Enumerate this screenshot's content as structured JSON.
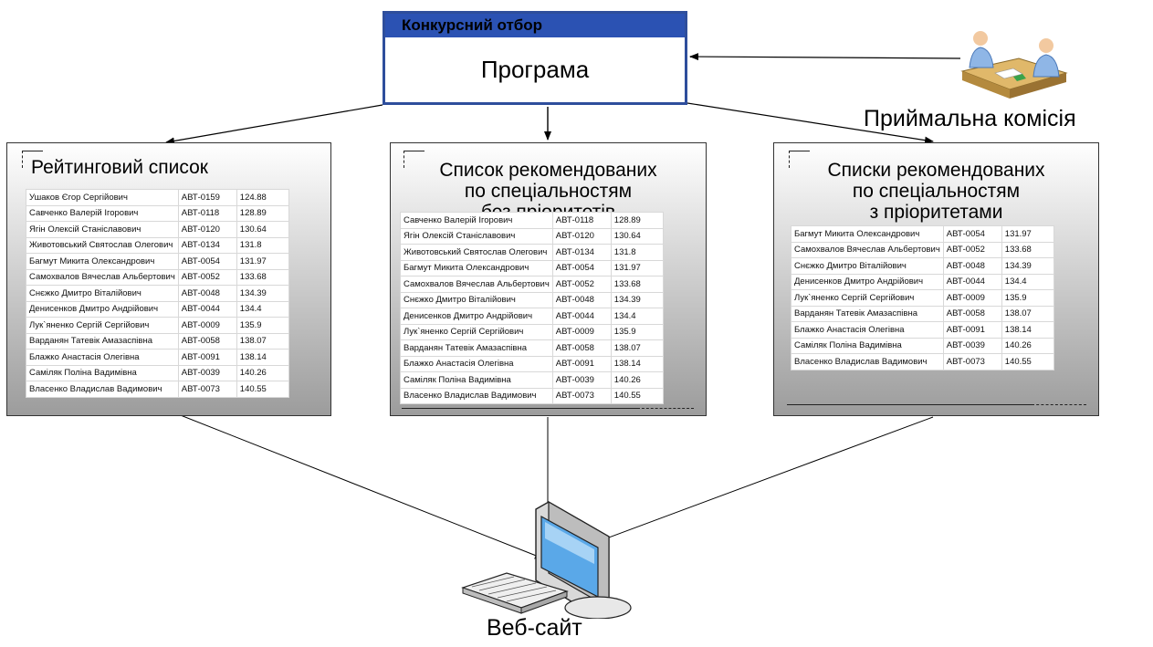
{
  "program": {
    "header": "Конкурсний отбор",
    "title": "Програма"
  },
  "commission": {
    "label": "Приймальна комісія",
    "icon": "meeting-people-icon"
  },
  "website": {
    "label": "Веб-сайт",
    "icon": "computer-monitor-keyboard-icon"
  },
  "colors": {
    "program_border": "#2e4e9c",
    "program_header": "#2b52b3",
    "panel_gradient_end": "#9c9c9c"
  },
  "panels": [
    {
      "title_lines": [
        "Рейтинговий список"
      ],
      "rows": [
        [
          "Ушаков Єгор Сергійович",
          "АВТ-0159",
          "124.88"
        ],
        [
          "Савченко Валерій Ігорович",
          "АВТ-0118",
          "128.89"
        ],
        [
          "Ягін Олексій Станіславович",
          "АВТ-0120",
          "130.64"
        ],
        [
          "Животовський Святослав Олегович",
          "АВТ-0134",
          "131.8"
        ],
        [
          "Багмут Микита Олександрович",
          "АВТ-0054",
          "131.97"
        ],
        [
          "Самохвалов Вячеслав Альбертович",
          "АВТ-0052",
          "133.68"
        ],
        [
          "Снєжко Дмитро Віталійович",
          "АВТ-0048",
          "134.39"
        ],
        [
          "Денисенков Дмитро Андрійович",
          "АВТ-0044",
          "134.4"
        ],
        [
          "Лук`яненко Сергій Сергійович",
          "АВТ-0009",
          "135.9"
        ],
        [
          "Варданян Татевік Амазаспівна",
          "АВТ-0058",
          "138.07"
        ],
        [
          "Блажко Анастасія Олегівна",
          "АВТ-0091",
          "138.14"
        ],
        [
          "Саміляк Поліна Вадимівна",
          "АВТ-0039",
          "140.26"
        ],
        [
          "Власенко Владислав Вадимович",
          "АВТ-0073",
          "140.55"
        ]
      ]
    },
    {
      "title_lines": [
        "Список рекомендованих",
        "по спеціальностям",
        "без пріоритетів"
      ],
      "rows": [
        [
          "Савченко Валерій Ігорович",
          "АВТ-0118",
          "128.89"
        ],
        [
          "Ягін Олексій Станіславович",
          "АВТ-0120",
          "130.64"
        ],
        [
          "Животовський Святослав Олегович",
          "АВТ-0134",
          "131.8"
        ],
        [
          "Багмут Микита Олександрович",
          "АВТ-0054",
          "131.97"
        ],
        [
          "Самохвалов Вячеслав Альбертович",
          "АВТ-0052",
          "133.68"
        ],
        [
          "Снєжко Дмитро Віталійович",
          "АВТ-0048",
          "134.39"
        ],
        [
          "Денисенков Дмитро Андрійович",
          "АВТ-0044",
          "134.4"
        ],
        [
          "Лук`яненко Сергій Сергійович",
          "АВТ-0009",
          "135.9"
        ],
        [
          "Варданян Татевік Амазаспівна",
          "АВТ-0058",
          "138.07"
        ],
        [
          "Блажко Анастасія Олегівна",
          "АВТ-0091",
          "138.14"
        ],
        [
          "Саміляк Поліна Вадимівна",
          "АВТ-0039",
          "140.26"
        ],
        [
          "Власенко Владислав Вадимович",
          "АВТ-0073",
          "140.55"
        ]
      ]
    },
    {
      "title_lines": [
        "Списки рекомендованих",
        "по спеціальностям",
        "з пріоритетами"
      ],
      "rows": [
        [
          "Багмут Микита Олександрович",
          "АВТ-0054",
          "131.97"
        ],
        [
          "Самохвалов Вячеслав Альбертович",
          "АВТ-0052",
          "133.68"
        ],
        [
          "Снєжко Дмитро Віталійович",
          "АВТ-0048",
          "134.39"
        ],
        [
          "Денисенков Дмитро Андрійович",
          "АВТ-0044",
          "134.4"
        ],
        [
          "Лук`яненко Сергій Сергійович",
          "АВТ-0009",
          "135.9"
        ],
        [
          "Варданян Татевік Амазаспівна",
          "АВТ-0058",
          "138.07"
        ],
        [
          "Блажко Анастасія Олегівна",
          "АВТ-0091",
          "138.14"
        ],
        [
          "Саміляк Поліна Вадимівна",
          "АВТ-0039",
          "140.26"
        ],
        [
          "Власенко Владислав Вадимович",
          "АВТ-0073",
          "140.55"
        ]
      ]
    }
  ]
}
